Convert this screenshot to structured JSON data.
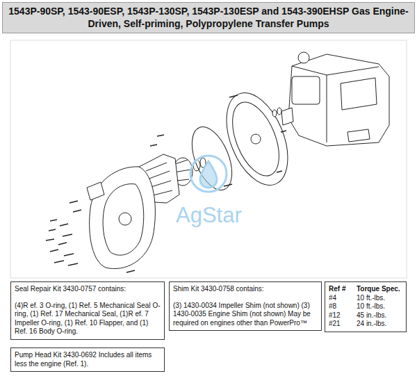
{
  "diagram": {
    "title": "1543P-90SP, 1543-90ESP, 1543P-130SP, 1543P-130ESP and 1543-390EHSP Gas Engine-Driven, Self-priming, Polypropylene Transfer Pumps",
    "nodes": [
      {
        "text": [
          "Seal Repair Kit 3430-0757 contains:",
          "(4)R ef. 3 O-ring, (1) Ref. 5 Mechanical Seal O-ring, (1) Ref. 17 Mechanical Seal, (1)R ef. 7 Impeller O-ring, (1) Ref. 10 Flapper, and (1) Ref. 16 Body O-ring."
        ]
      },
      {
        "text": [
          "Shim Kit 3430-0758 contains:",
          "(3) 1430-0034 Impeller Shim (not shown) (3) 1430-0035 Engine Shim (not shown) May be required on engines other than PowerPro™"
        ]
      },
      {
        "text": [
          "Ref #",
          "Torque Spec.",
          "#4",
          "10 ft.-lbs.",
          "#8",
          "10 ft.-lbs.",
          "#12",
          "45 in.-lbs.",
          "#21",
          "24 in.-lbs."
        ]
      },
      {
        "text": [
          "Pump Head Kit 3430-0692 Includes all items less the engine (Ref. 1)."
        ]
      }
    ],
    "labels": [
      "AgStar"
    ]
  }
}
